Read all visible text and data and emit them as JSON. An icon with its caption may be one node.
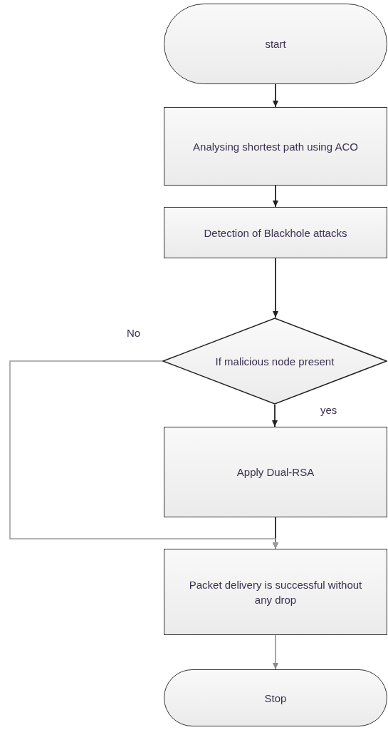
{
  "diagram": {
    "nodes": [
      {
        "text": [
          "start"
        ]
      },
      {
        "text": [
          "Analysing shortest path using ACO"
        ]
      },
      {
        "text": [
          "Detection of Blackhole attacks"
        ]
      },
      {
        "text": [
          "If malicious node present"
        ]
      },
      {
        "text": [
          "Apply Dual-RSA"
        ]
      },
      {
        "text": [
          "Packet delivery is successful without any drop"
        ]
      },
      {
        "text": [
          "Stop"
        ]
      }
    ],
    "edges": [
      {
        "from": 0,
        "to": 1,
        "arrow": "to"
      },
      {
        "from": 1,
        "to": 2,
        "arrow": "to"
      },
      {
        "from": 2,
        "to": 3,
        "arrow": "to"
      },
      {
        "from": 3,
        "to": 4,
        "arrow": "to",
        "label": "yes"
      },
      {
        "from": 4,
        "to": 5,
        "arrow": "to"
      },
      {
        "from": 3,
        "to": 5,
        "arrow": "to",
        "label": "No",
        "color": "#9a9a9a"
      },
      {
        "from": 5,
        "to": 6,
        "arrow": "to",
        "color": "#8a8a8a"
      }
    ]
  }
}
